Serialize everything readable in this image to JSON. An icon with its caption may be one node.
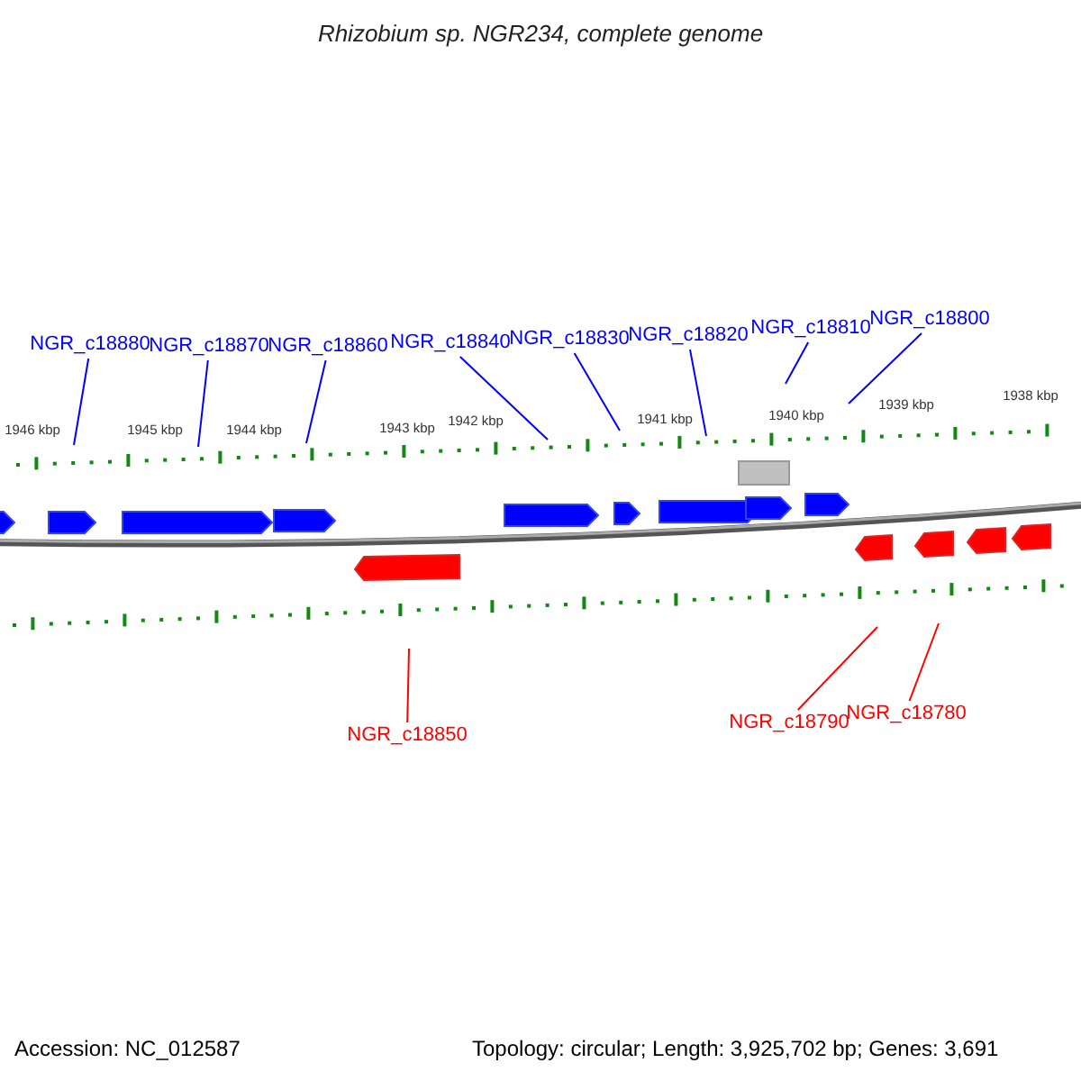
{
  "diagram": {
    "title": "Rhizobium sp. NGR234, complete genome",
    "nodes": [
      {
        "text": [
          "NGR_c18880"
        ]
      },
      {
        "text": [
          "NGR_c18870"
        ]
      },
      {
        "text": [
          "NGR_c18860"
        ]
      },
      {
        "text": [
          "NGR_c18840"
        ]
      },
      {
        "text": [
          "NGR_c18830"
        ]
      },
      {
        "text": [
          "NGR_c18820"
        ]
      },
      {
        "text": [
          "NGR_c18810"
        ]
      },
      {
        "text": [
          "NGR_c18800"
        ]
      },
      {
        "text": [
          "NGR_c18850"
        ]
      },
      {
        "text": [
          "NGR_c18790"
        ]
      },
      {
        "text": [
          "NGR_c18780"
        ]
      }
    ],
    "edges": [
      {
        "from": 0,
        "to": null,
        "arrow": "none"
      },
      {
        "from": 1,
        "to": null,
        "arrow": "none"
      },
      {
        "from": 2,
        "to": null,
        "arrow": "none"
      },
      {
        "from": 3,
        "to": null,
        "arrow": "none"
      },
      {
        "from": 4,
        "to": null,
        "arrow": "none"
      },
      {
        "from": 5,
        "to": null,
        "arrow": "none"
      },
      {
        "from": 6,
        "to": null,
        "arrow": "none"
      },
      {
        "from": 7,
        "to": null,
        "arrow": "none"
      },
      {
        "from": 8,
        "to": null,
        "arrow": "none",
        "color": "#ff0000"
      },
      {
        "from": 9,
        "to": null,
        "arrow": "none",
        "color": "#ff0000"
      },
      {
        "from": 10,
        "to": null,
        "arrow": "none",
        "color": "#ff0000"
      }
    ],
    "labels": [
      "1946 kbp",
      "1945 kbp",
      "1944 kbp",
      "1943 kbp",
      "1942 kbp",
      "1941 kbp",
      "1940 kbp",
      "1939 kbp",
      "1938 kbp",
      "Accession: NC_012587",
      "Topology: circular; Length: 3,925,702 bp; Genes: 3,691"
    ]
  }
}
